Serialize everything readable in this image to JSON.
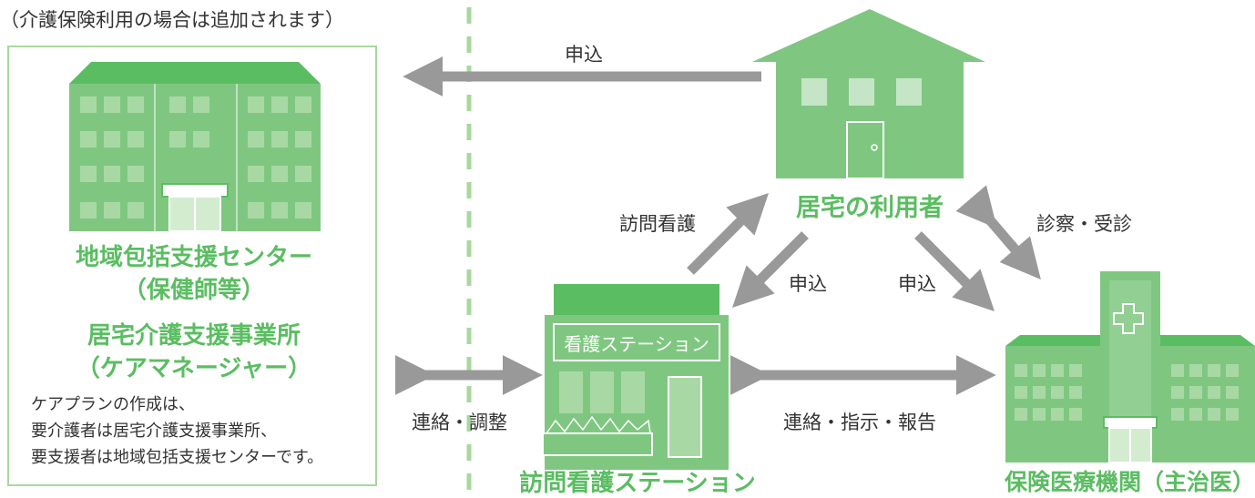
{
  "header_note": "（介護保険利用の場合は追加されます）",
  "left_panel": {
    "title1_line1": "地域包括支援センター",
    "title1_line2": "（保健師等）",
    "title2_line1": "居宅介護支援事業所",
    "title2_line2": "（ケアマネージャー）",
    "note_lines": [
      "ケアプランの作成は、",
      "要介護者は居宅介護支援事業所、",
      "要支援者は地域包括支援センターです。"
    ]
  },
  "home": {
    "label": "居宅の利用者"
  },
  "station": {
    "sign": "看護ステーション",
    "label": "訪問看護ステーション"
  },
  "hospital": {
    "label": "保険医療機関（主治医）"
  },
  "arrows": {
    "top_apply": "申込",
    "visit_nursing": "訪問看護",
    "apply_station": "申込",
    "apply_hospital": "申込",
    "exam": "診察・受診",
    "coordination": "連絡・調整",
    "contact_report": "連絡・指示・報告"
  },
  "colors": {
    "building_green": "#7fc781",
    "building_dark": "#5bbd62",
    "window": "#a8d9a4",
    "arrow_gray": "#999999",
    "label_green": "#5bbd62",
    "border_light_green": "#a9d89c",
    "dash_line": "#a9d89c"
  }
}
